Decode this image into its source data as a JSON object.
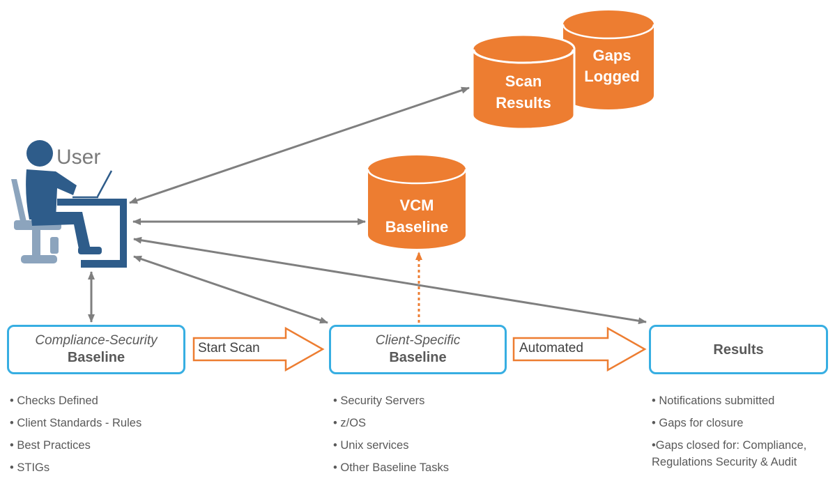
{
  "user_label": "User",
  "databases": {
    "scan_results": [
      "Scan",
      "Results"
    ],
    "gaps_logged": [
      "Gaps",
      "Logged"
    ],
    "vcm_baseline": [
      "VCM",
      "Baseline"
    ]
  },
  "boxes": {
    "compliance": {
      "italic": "Compliance-Security",
      "bold": "Baseline"
    },
    "client": {
      "italic": "Client-Specific",
      "bold": "Baseline"
    },
    "results": {
      "bold": "Results"
    }
  },
  "arrows": {
    "start_scan": "Start Scan",
    "automated": "Automated"
  },
  "lists": {
    "compliance": [
      "• Checks Defined",
      "• Client Standards - Rules",
      "• Best Practices",
      "• STIGs"
    ],
    "client": [
      "• Security Servers",
      "• z/OS",
      "• Unix services",
      "• Other Baseline Tasks"
    ],
    "results": [
      "• Notifications submitted",
      "• Gaps for closure",
      "•Gaps closed for: Compliance,",
      "Regulations Security & Audit"
    ]
  },
  "colors": {
    "orange": "#ed7d31",
    "box_border": "#37aee2",
    "user_dark": "#2e5c8a",
    "user_light": "#8ca4bd",
    "connector": "#7f7f7f"
  }
}
